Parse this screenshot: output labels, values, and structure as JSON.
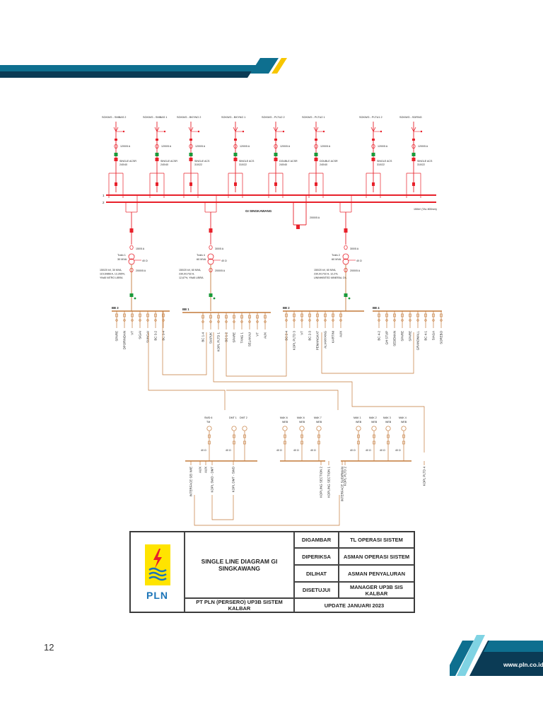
{
  "page_number": "12",
  "footer_url": "www.pln.co.id",
  "colors": {
    "band_teal": "#0e6f8f",
    "band_dark": "#0b3b55",
    "accent_yellow": "#f7c600",
    "line_red": "#e8202a",
    "line_brown": "#c47a3a",
    "logo_blue": "#1a74b8",
    "logo_yellow": "#ffe400"
  },
  "feeders": [
    {
      "name": "SGKWG - SMBAS 2",
      "ct": "1200/5 A",
      "conductor": "SINGLE ACSR 240/40"
    },
    {
      "name": "SGKWG - SMBAS 1",
      "ct": "1200/5 A",
      "conductor": "SINGLE ACSR 240/40"
    },
    {
      "name": "SGKWG - BKYNG 2",
      "ct": "1200/5 A",
      "conductor": "SINGLE ACS 310/22"
    },
    {
      "name": "SGKWG - BKYNG 1",
      "ct": "1200/5 A",
      "conductor": "SINGLE ACS 310/22"
    },
    {
      "name": "SGKWG - PLTU2 2",
      "ct": "1200/5 A",
      "conductor": "DOUBLE ACSR 240/40"
    },
    {
      "name": "SGKWG - PLTU2 1",
      "ct": "1200/5 A",
      "conductor": "DOUBLE ACSR 240/40"
    },
    {
      "name": "SGKWG - PLTU1 2",
      "ct": "1200/5 A",
      "conductor": "SINGLE ACS 310/22"
    },
    {
      "name": "SGKWG - SDRNG",
      "ct": "1200/5 A",
      "conductor": "SINGLE ACS 310/22"
    }
  ],
  "busbar": {
    "bus1": "1",
    "bus2": "2",
    "label": "GI SINGKAWANG",
    "coupler_ct": "2000/5 A",
    "rating": "150kV (TAL 800mm)"
  },
  "trafos": [
    {
      "name": "Trafo 1",
      "rating": "30 MVA",
      "ct_hv": "150/5 A",
      "ct_lv": "2000/5 A",
      "ngr": "40 Ω",
      "spec": [
        "150/20 kV, 30 MVA,",
        "115,5/866 A, 12,265%,",
        "YNd5 NITRO LIBRA"
      ]
    },
    {
      "name": "Trafo 4",
      "rating": "60 MVA",
      "ct_hv": "300/5 A",
      "ct_lv": "2000/5 A",
      "ngr": "40 Ω",
      "spec": [
        "150/20 kV, 60 MVA,",
        "230,9/1732 A,",
        "12,67%, YNd5 LIBRA"
      ]
    },
    {
      "name": "Trafo 2",
      "rating": "60 MVA",
      "ct_hv": "300/5 A",
      "ct_lv": "2000/5 A",
      "ngr": "40 Ω",
      "spec": [
        "150/20 kV, 60 MVA,",
        "230,9/1732 A, 12,2%,",
        "UNINHIBITED MINERAL OIL"
      ]
    }
  ],
  "lv_buses": [
    {
      "name": "BB 3",
      "feeders": [
        "SPARE",
        "DPORINDAN",
        "VT",
        "SIGAI",
        "SUNGAI",
        "BC 3-2",
        "BC 3-4"
      ]
    },
    {
      "name": "BB 1",
      "feeders": [
        "BC 1-4",
        "SIAPUK",
        "KOPL PLTD 1",
        "BC 1-2",
        "SPARE",
        "TANG 1",
        "SELAKAU",
        "VT",
        "AUX"
      ]
    },
    {
      "name": "BB 2",
      "feeders": [
        "BC 2-4",
        "KOPL PLTD 3",
        "VT",
        "BC 2-3",
        "PEMANGKAT",
        "ALIANYANG",
        "KARTINI",
        "AUX"
      ]
    },
    {
      "name": "BB 4",
      "feeders": [
        "BC 4-2",
        "GH STUP",
        "SEDEMAN",
        "SPARE",
        "SPARE",
        "GRANDMALL",
        "BC 4-1",
        "SIAGA",
        "SOREBO"
      ]
    }
  ],
  "generators": [
    {
      "name": "SWD 6",
      "type": "TM",
      "ngr": "40 Ω"
    },
    {
      "name": "DMT 1",
      "type": "",
      "ngr": "40 Ω"
    },
    {
      "name": "DMT 2",
      "type": "",
      "ngr": ""
    },
    {
      "name": "MAK 6",
      "type": "WEB",
      "ngr": "40 Ω"
    },
    {
      "name": "MAK 6",
      "type": "WEB",
      "ngr": "40 Ω"
    },
    {
      "name": "MAK 7",
      "type": "WEB",
      "ngr": "40 Ω"
    },
    {
      "name": "MAK 1",
      "type": "WEB",
      "ngr": "40 Ω"
    },
    {
      "name": "MAK 2",
      "type": "WEB",
      "ngr": "40 Ω"
    },
    {
      "name": "MAK 3",
      "type": "WEB",
      "ngr": "40 Ω"
    },
    {
      "name": "MAK 4",
      "type": "WEB",
      "ngr": "40 Ω"
    }
  ],
  "gen_feeders": [
    "INTERFACE SEI WIE",
    "AUX",
    "AUX",
    "KOPL SWD - DMT",
    "KOPL DMT - SWD",
    "KOPLING SECTION 2",
    "KOPLING SECTION 1",
    "INTERFACE SUDIRMAN",
    "KOPL PLTD 2",
    "KOPL PLTD 4"
  ],
  "title_block": {
    "logo_text": "PLN",
    "title": "SINGLE LINE DIAGRAM GI SINGKAWANG",
    "company": "PT PLN (PERSERO) UP3B SISTEM KALBAR",
    "rows": [
      {
        "label": "DIGAMBAR",
        "value": "TL OPERASI SISTEM"
      },
      {
        "label": "DIPERIKSA",
        "value": "ASMAN OPERASI SISTEM"
      },
      {
        "label": "DILIHAT",
        "value": "ASMAN PENYALURAN"
      },
      {
        "label": "DISETUJUI",
        "value": "MANAGER UP3B SIS KALBAR"
      }
    ],
    "update": "UPDATE JANUARI 2023"
  }
}
